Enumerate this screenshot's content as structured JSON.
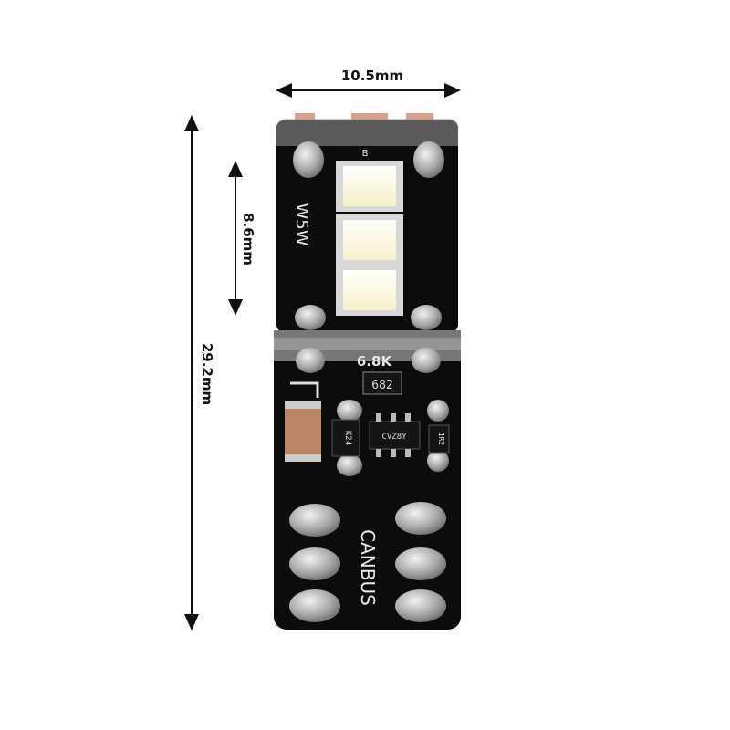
{
  "dimensions": {
    "width": "10.5mm",
    "led_section_height": "8.6mm",
    "total_height": "29.2mm"
  },
  "pcb_markings": {
    "model": "W5W",
    "resistor_value": "6.8K",
    "resistor_code": "682",
    "diode_code": "K24",
    "ic_code": "CVZ8Y",
    "small_resistor_code": "1R2",
    "brand": "CANBUS",
    "led_marker": "B"
  },
  "colors": {
    "pcb": "#0c0c0c",
    "led": "#fffbe6",
    "solder": "#b8b8b8"
  }
}
